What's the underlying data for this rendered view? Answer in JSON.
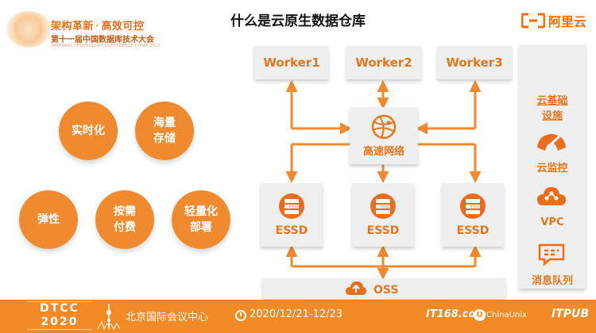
{
  "header": {
    "conf_slogan_a": "架构革新",
    "conf_slogan_sep": "·",
    "conf_slogan_b": "高效可控",
    "conf_name": "第十一届中国数据库技术大会",
    "conf_name_en": "DATABASE TECHNOLOGY CONFERENCE CHINA 2020",
    "title": "什么是云原生数据仓库",
    "brand": "阿里云"
  },
  "features": [
    {
      "label": "实时化"
    },
    {
      "label": "海量\n存储"
    },
    {
      "label": "弹性"
    },
    {
      "label": "按需\n付费"
    },
    {
      "label": "轻量化\n部署"
    }
  ],
  "diagram": {
    "workers": [
      {
        "label": "Worker1"
      },
      {
        "label": "Worker2"
      },
      {
        "label": "Worker3"
      }
    ],
    "network": {
      "label": "高速网络",
      "icon": "network-globe-icon"
    },
    "storage": [
      {
        "label": "ESSD",
        "icon": "essd-server-icon"
      },
      {
        "label": "ESSD",
        "icon": "essd-server-icon"
      },
      {
        "label": "ESSD",
        "icon": "essd-server-icon"
      }
    ],
    "essd_icon_text": "ESSD",
    "oss": {
      "label": "OSS",
      "icon": "cloud-upload-icon"
    }
  },
  "sidebar": {
    "title_line1": "云基础",
    "title_line2": "设施",
    "items": [
      {
        "label": "云监控",
        "icon": "monitor-gauge-icon"
      },
      {
        "label": "VPC",
        "icon": "vpc-cloud-icon"
      },
      {
        "label": "消息队列",
        "icon": "message-queue-icon"
      }
    ]
  },
  "footer": {
    "event_line1": "DTCC",
    "event_line2": "2020",
    "venue": "北京国际会议中心",
    "date": "2020/12/21-12/23",
    "sponsor1": "IT168.com",
    "sponsor2_mark": "U",
    "sponsor2": "ChinaUnix",
    "sponsor3": "ITPUB"
  },
  "colors": {
    "accent": "#f08a2f",
    "text_accent": "#e5761b",
    "box": "#efefef",
    "footer": "#f28a26"
  }
}
